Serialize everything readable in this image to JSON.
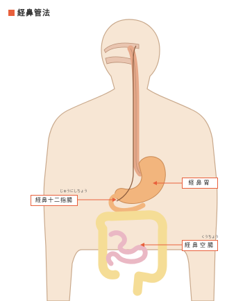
{
  "header": {
    "title": "経鼻管法"
  },
  "labels": {
    "stomach": "経鼻胃",
    "duodenum": "経鼻十二指腸",
    "duodenum_ruby": "じゅうにしちょう",
    "jejunum": "経鼻空腸",
    "jejunum_ruby": "くうちょう"
  },
  "colors": {
    "accent": "#e8603c",
    "skin": "#f7e6d4",
    "outline": "#c9a98c",
    "stomach": "#f2b57d",
    "intestine": "#f5dd96",
    "small_intestine": "#eab8c4"
  }
}
